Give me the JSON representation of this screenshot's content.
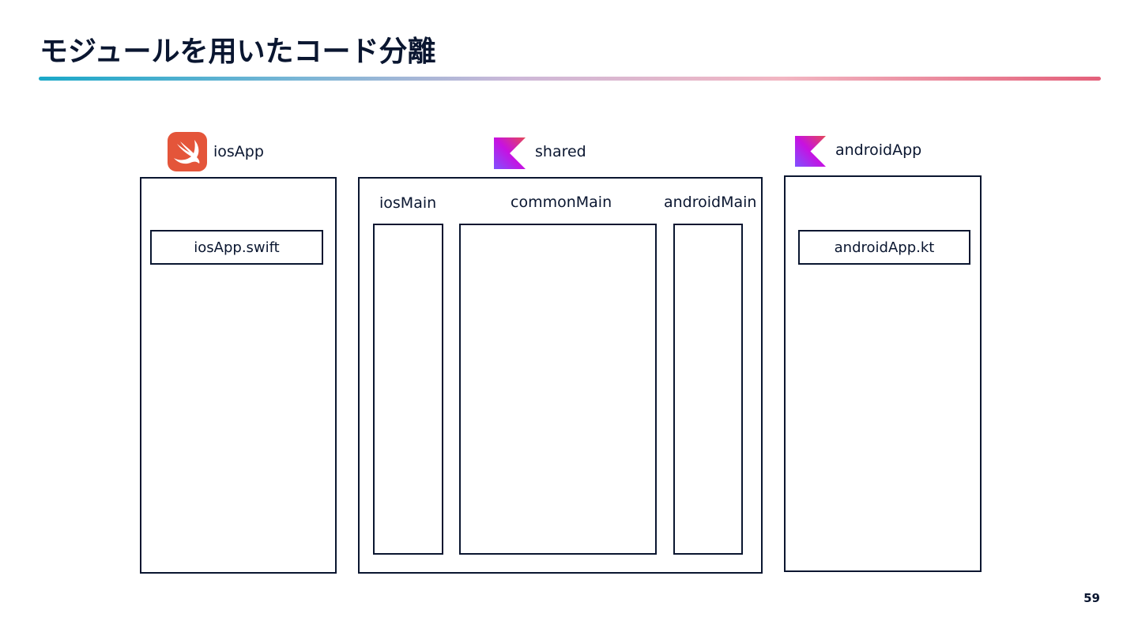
{
  "slide": {
    "title": "モジュールを用いたコード分離",
    "page_number": "59"
  },
  "modules": {
    "ios_app": {
      "name": "iosApp",
      "icon": "swift-icon",
      "file": "iosApp.swift"
    },
    "shared": {
      "name": "shared",
      "icon": "kotlin-icon",
      "source_sets": [
        "iosMain",
        "commonMain",
        "androidMain"
      ]
    },
    "android_app": {
      "name": "androidApp",
      "icon": "kotlin-icon",
      "file": "androidApp.kt"
    }
  },
  "colors": {
    "ink": "#0a1630",
    "swift_orange": "#e4553a",
    "kotlin_purple": "#7f52ff",
    "kotlin_pink": "#e44857",
    "rule_start": "#1aa8c8",
    "rule_end": "#e3607a"
  }
}
